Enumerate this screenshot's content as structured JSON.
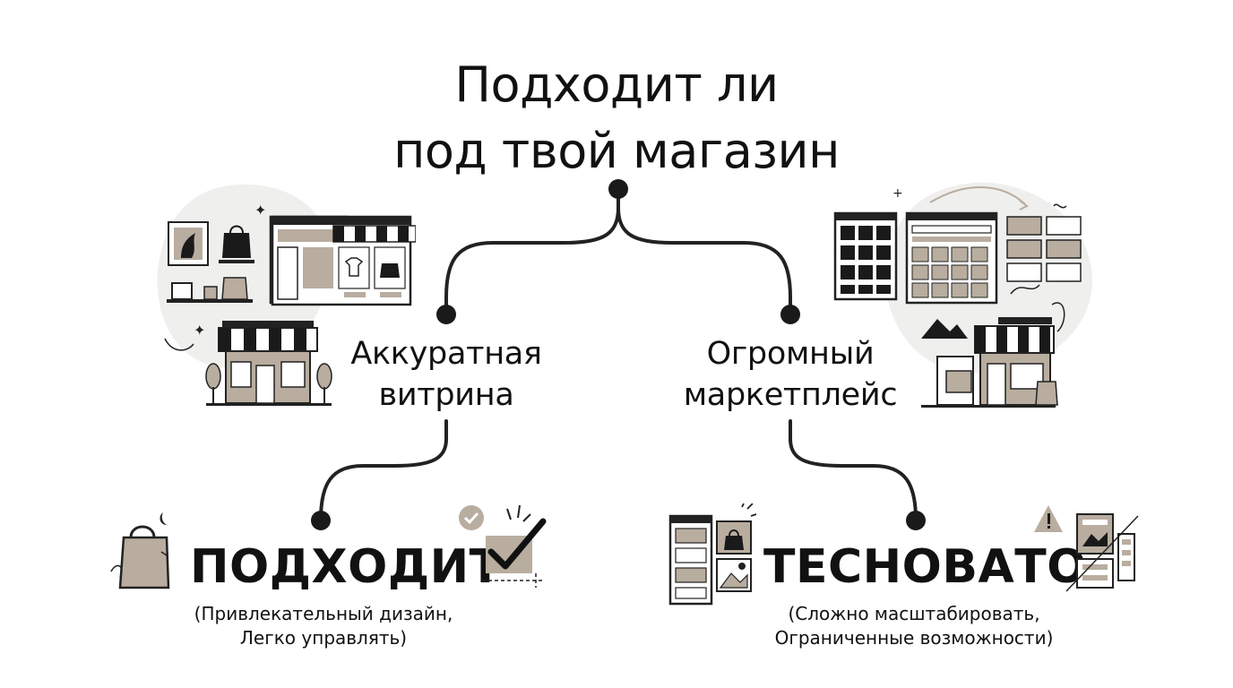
{
  "title": {
    "line1": "Подходит ли",
    "line2": "под твой магазин"
  },
  "branches": {
    "left": {
      "label_line1": "Аккуратная",
      "label_line2": "витрина",
      "verdict": "ПОДХОДИТ",
      "note_line1": "(Привлекательный дизайн,",
      "note_line2": "Легко управлять)"
    },
    "right": {
      "label_line1": "Огромный",
      "label_line2": "маркетплейс",
      "verdict": "ТЕСНОВАТО",
      "note_line1": "(Сложно масштабировать,",
      "note_line2": "Ограниченные возможности)"
    }
  },
  "colors": {
    "ink": "#111111",
    "accent": "#b8ad9f",
    "background": "#ffffff",
    "soft": "#eeeeec"
  },
  "icons": {
    "left_top": "storefront-illustration",
    "right_top": "marketplace-illustration",
    "left_bottom_a": "shopping-bag-icon",
    "left_bottom_b": "checkmark-icon",
    "right_bottom_a": "web-layout-icon",
    "right_bottom_b": "warning-icon"
  }
}
